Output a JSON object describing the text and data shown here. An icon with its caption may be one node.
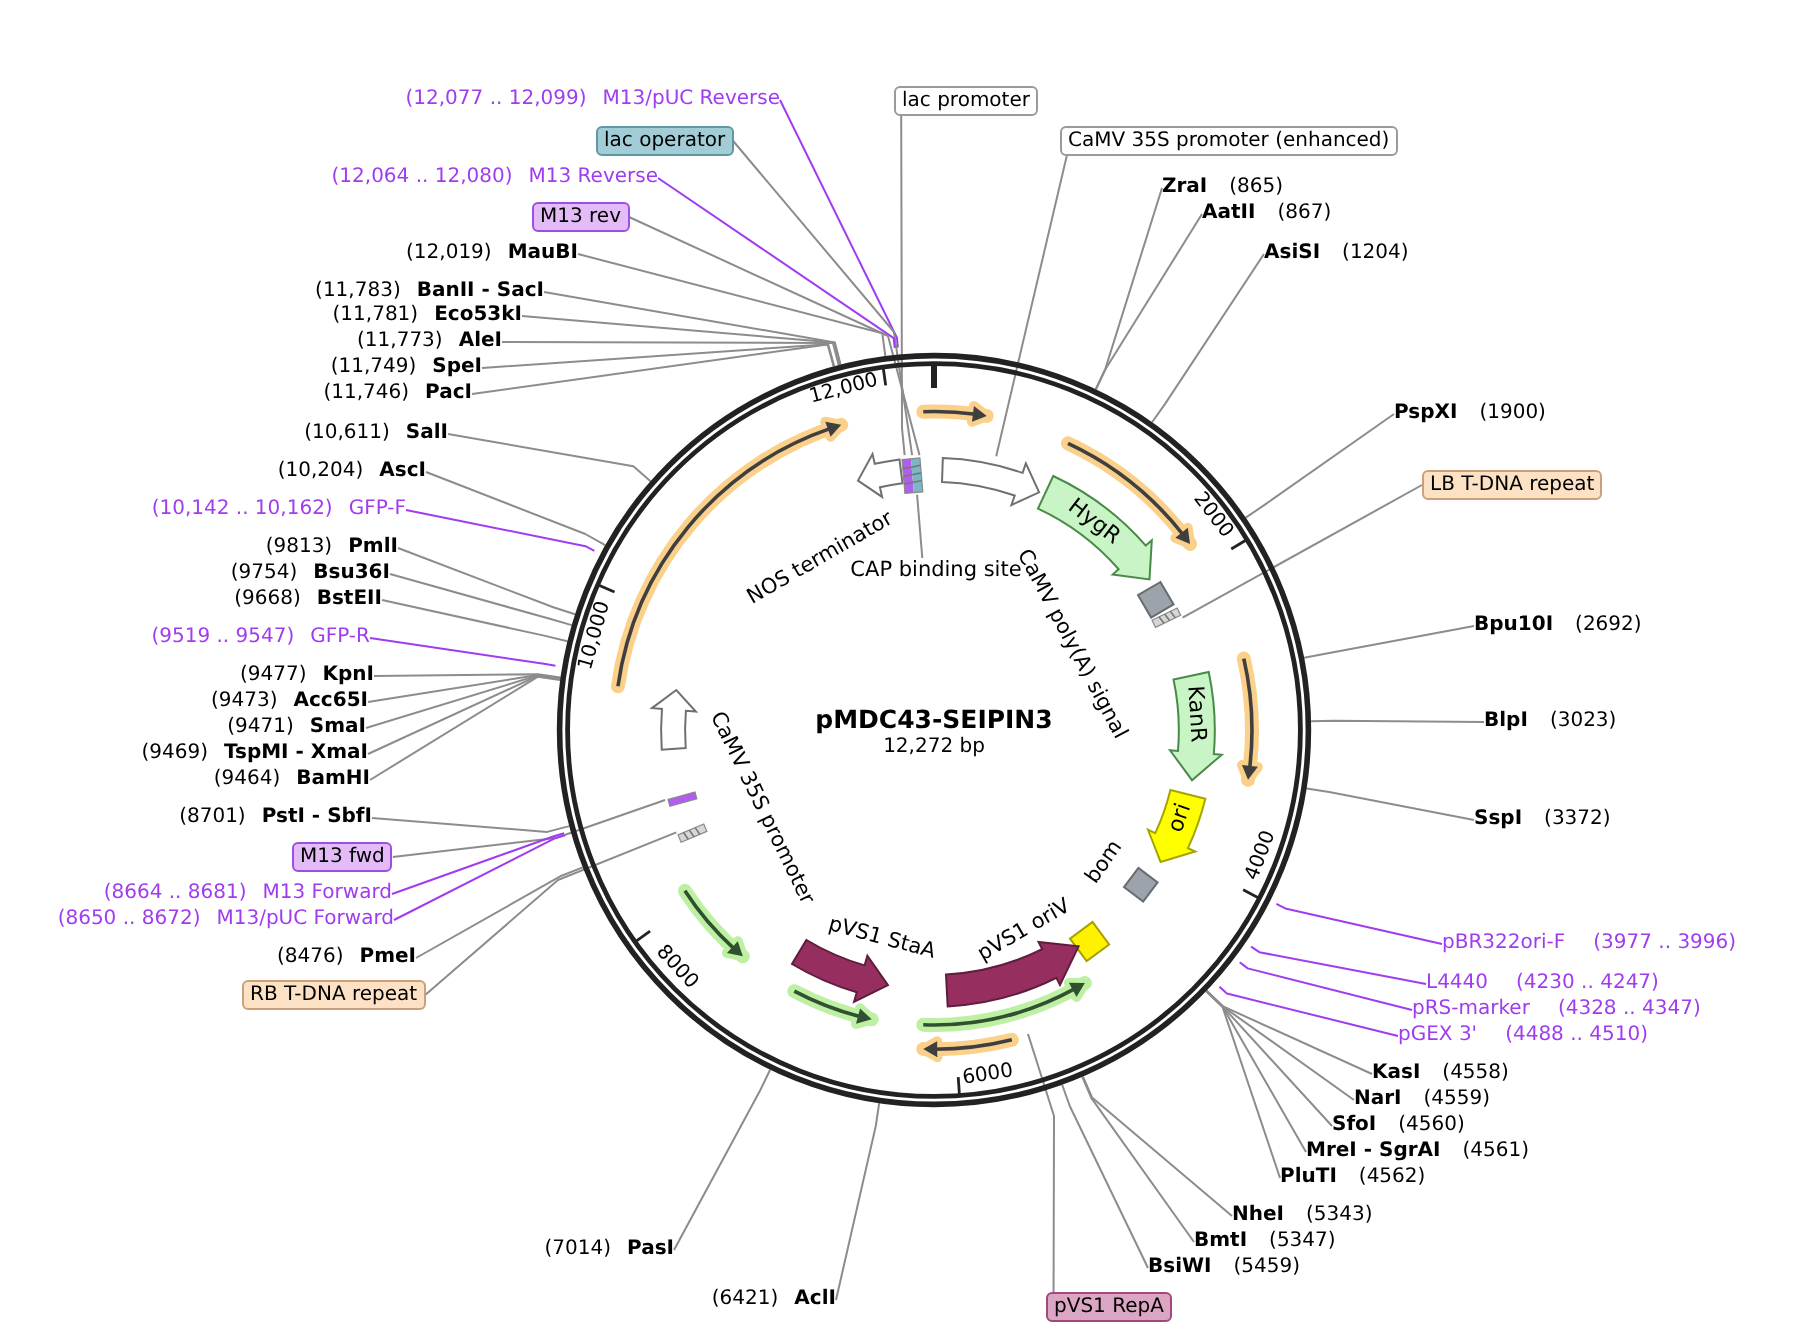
{
  "diagram": {
    "nodes": [
      {
        "text": [
          "pMDC43-SEIPIN3",
          "12,272 bp"
        ]
      },
      {
        "text": [],
        "shape": "arrow",
        "in": 0
      },
      {
        "text": [],
        "shape": "bar",
        "in": 0
      },
      {
        "text": [
          "CAP binding site"
        ],
        "in": 0
      },
      {
        "text": [],
        "shape": "arrow",
        "in": 0
      },
      {
        "text": [
          "HygR"
        ],
        "in": 0
      },
      {
        "text": [],
        "shape": "box",
        "in": 0
      },
      {
        "text": [],
        "shape": "bar",
        "in": 0
      },
      {
        "text": [
          "KanR"
        ],
        "in": 0
      },
      {
        "text": [
          "ori"
        ],
        "in": 0
      },
      {
        "text": [],
        "shape": "box",
        "in": 0,
        "beside": [
          "bom"
        ]
      },
      {
        "text": [],
        "shape": "box",
        "in": 0,
        "beside": [
          "pVS1 oriV"
        ]
      },
      {
        "text": [],
        "shape": "arrow",
        "in": 0
      },
      {
        "text": [],
        "shape": "arrow",
        "in": 0,
        "beside": [
          "pVS1 StaA"
        ]
      },
      {
        "text": [],
        "shape": "bar",
        "in": 0
      },
      {
        "text": [],
        "shape": "bar",
        "in": 0
      },
      {
        "text": [],
        "shape": "arrow",
        "in": 0
      },
      {
        "text": [
          "(12,077 .. 12,099)",
          "M13/pUC Reverse"
        ]
      },
      {
        "text": [
          "lac promoter"
        ]
      },
      {
        "text": [
          "lac operator"
        ]
      },
      {
        "text": [
          "CaMV 35S promoter (enhanced)"
        ]
      },
      {
        "text": [
          "(12,064 .. 12,080)",
          "M13 Reverse"
        ]
      },
      {
        "text": [
          "ZraI",
          "(865)"
        ]
      },
      {
        "text": [
          "AatII",
          "(867)"
        ]
      },
      {
        "text": [
          "M13 rev"
        ]
      },
      {
        "text": [
          "(12,019)",
          "MauBI"
        ]
      },
      {
        "text": [
          "AsiSI",
          "(1204)"
        ]
      },
      {
        "text": [
          "(11,783)",
          "BanII - SacI"
        ]
      },
      {
        "text": [
          "(11,781)",
          "Eco53kI"
        ]
      },
      {
        "text": [
          "(11,773)",
          "AleI"
        ]
      },
      {
        "text": [
          "(11,749)",
          "SpeI"
        ]
      },
      {
        "text": [
          "(11,746)",
          "PacI"
        ]
      },
      {
        "text": [
          "PspXI",
          "(1900)"
        ]
      },
      {
        "text": [
          "(10,611)",
          "SalI"
        ]
      },
      {
        "text": [
          "(10,204)",
          "AscI"
        ]
      },
      {
        "text": [
          "LB T-DNA repeat"
        ]
      },
      {
        "text": [
          "(10,142 .. 10,162)",
          "GFP-F"
        ]
      },
      {
        "text": [
          "(9813)",
          "PmlI"
        ]
      },
      {
        "text": [
          "(9754)",
          "Bsu36I"
        ]
      },
      {
        "text": [
          "(9668)",
          "BstEII"
        ]
      },
      {
        "text": [
          "Bpu10I",
          "(2692)"
        ]
      },
      {
        "text": [
          "(9519 .. 9547)",
          "GFP-R"
        ]
      },
      {
        "text": [
          "(9477)",
          "KpnI"
        ]
      },
      {
        "text": [
          "(9473)",
          "Acc65I"
        ]
      },
      {
        "text": [
          "BlpI",
          "(3023)"
        ]
      },
      {
        "text": [
          "(9471)",
          "SmaI"
        ]
      },
      {
        "text": [
          "(9469)",
          "TspMI - XmaI"
        ]
      },
      {
        "text": [
          "(9464)",
          "BamHI"
        ]
      },
      {
        "text": [
          "(8701)",
          "PstI - SbfI"
        ]
      },
      {
        "text": [
          "SspI",
          "(3372)"
        ]
      },
      {
        "text": [
          "M13 fwd"
        ]
      },
      {
        "text": [
          "(8664 .. 8681)",
          "M13 Forward"
        ]
      },
      {
        "text": [
          "(8650 .. 8672)",
          "M13/pUC Forward"
        ]
      },
      {
        "text": [
          "pBR322ori-F",
          "(3977 .. 3996)"
        ]
      },
      {
        "text": [
          "(8476)",
          "PmeI"
        ]
      },
      {
        "text": [
          "L4440",
          "(4230 .. 4247)"
        ]
      },
      {
        "text": [
          "RB T-DNA repeat"
        ]
      },
      {
        "text": [
          "pRS-marker",
          "(4328 .. 4347)"
        ]
      },
      {
        "text": [
          "pGEX 3'",
          "(4488 .. 4510)"
        ]
      },
      {
        "text": [
          "KasI",
          "(4558)"
        ]
      },
      {
        "text": [
          "NarI",
          "(4559)"
        ]
      },
      {
        "text": [
          "SfoI",
          "(4560)"
        ]
      },
      {
        "text": [
          "MreI - SgrAI",
          "(4561)"
        ]
      },
      {
        "text": [
          "PluTI",
          "(4562)"
        ]
      },
      {
        "text": [
          "NheI",
          "(5343)"
        ]
      },
      {
        "text": [
          "BmtI",
          "(5347)"
        ]
      },
      {
        "text": [
          "(7014)",
          "PasI"
        ]
      },
      {
        "text": [
          "BsiWI",
          "(5459)"
        ]
      },
      {
        "text": [
          "(6421)",
          "AclI"
        ]
      },
      {
        "text": [
          "pVS1 RepA"
        ]
      },
      {
        "text": [],
        "shape": "arrow",
        "in": 0
      },
      {
        "text": [],
        "shape": "arrow",
        "in": 0
      },
      {
        "text": [],
        "shape": "arrow",
        "in": 0
      },
      {
        "text": [],
        "shape": "arrow",
        "in": 0
      },
      {
        "text": [],
        "shape": "arrow",
        "in": 0
      },
      {
        "text": [],
        "shape": "arrow",
        "in": 0
      },
      {
        "text": [],
        "shape": "arrow",
        "in": 0
      },
      {
        "text": [],
        "shape": "arrow",
        "in": 0
      }
    ],
    "edges": [
      {
        "from": 3,
        "to": 2,
        "arrow": "none"
      },
      {
        "from": 17,
        "to": 0,
        "arrow": "none",
        "color": "#a03cf0"
      },
      {
        "from": 18,
        "to": 2,
        "arrow": "none"
      },
      {
        "from": 19,
        "to": 2,
        "arrow": "none"
      },
      {
        "from": 20,
        "to": 4,
        "arrow": "none"
      },
      {
        "from": 21,
        "to": 0,
        "arrow": "none",
        "color": "#a03cf0"
      },
      {
        "from": 22,
        "to": 0,
        "arrow": "none"
      },
      {
        "from": 23,
        "to": 0,
        "arrow": "none"
      },
      {
        "from": 24,
        "to": 2,
        "arrow": "none"
      },
      {
        "from": 25,
        "to": 0,
        "arrow": "none"
      },
      {
        "from": 26,
        "to": 0,
        "arrow": "none"
      },
      {
        "from": 27,
        "to": 0,
        "arrow": "none"
      },
      {
        "from": 28,
        "to": 0,
        "arrow": "none"
      },
      {
        "from": 29,
        "to": 0,
        "arrow": "none"
      },
      {
        "from": 30,
        "to": 0,
        "arrow": "none"
      },
      {
        "from": 31,
        "to": 0,
        "arrow": "none"
      },
      {
        "from": 32,
        "to": 0,
        "arrow": "none"
      },
      {
        "from": 33,
        "to": 0,
        "arrow": "none"
      },
      {
        "from": 34,
        "to": 0,
        "arrow": "none"
      },
      {
        "from": 35,
        "to": 7,
        "arrow": "none"
      },
      {
        "from": 36,
        "to": 0,
        "arrow": "none",
        "color": "#a03cf0"
      },
      {
        "from": 37,
        "to": 0,
        "arrow": "none"
      },
      {
        "from": 38,
        "to": 0,
        "arrow": "none"
      },
      {
        "from": 39,
        "to": 0,
        "arrow": "none"
      },
      {
        "from": 40,
        "to": 0,
        "arrow": "none"
      },
      {
        "from": 41,
        "to": 0,
        "arrow": "none",
        "color": "#a03cf0"
      },
      {
        "from": 42,
        "to": 0,
        "arrow": "none"
      },
      {
        "from": 43,
        "to": 0,
        "arrow": "none"
      },
      {
        "from": 44,
        "to": 0,
        "arrow": "none"
      },
      {
        "from": 45,
        "to": 0,
        "arrow": "none"
      },
      {
        "from": 46,
        "to": 0,
        "arrow": "none"
      },
      {
        "from": 47,
        "to": 0,
        "arrow": "none"
      },
      {
        "from": 48,
        "to": 0,
        "arrow": "none"
      },
      {
        "from": 49,
        "to": 0,
        "arrow": "none"
      },
      {
        "from": 50,
        "to": 15,
        "arrow": "none"
      },
      {
        "from": 51,
        "to": 0,
        "arrow": "none",
        "color": "#a03cf0"
      },
      {
        "from": 52,
        "to": 0,
        "arrow": "none",
        "color": "#a03cf0"
      },
      {
        "from": 53,
        "to": 0,
        "arrow": "none",
        "color": "#a03cf0"
      },
      {
        "from": 54,
        "to": 0,
        "arrow": "none"
      },
      {
        "from": 55,
        "to": 0,
        "arrow": "none",
        "color": "#a03cf0"
      },
      {
        "from": 56,
        "to": 14,
        "arrow": "none"
      },
      {
        "from": 57,
        "to": 0,
        "arrow": "none",
        "color": "#a03cf0"
      },
      {
        "from": 58,
        "to": 0,
        "arrow": "none",
        "color": "#a03cf0"
      },
      {
        "from": 59,
        "to": 0,
        "arrow": "none"
      },
      {
        "from": 60,
        "to": 0,
        "arrow": "none"
      },
      {
        "from": 61,
        "to": 0,
        "arrow": "none"
      },
      {
        "from": 62,
        "to": 0,
        "arrow": "none"
      },
      {
        "from": 63,
        "to": 0,
        "arrow": "none"
      },
      {
        "from": 64,
        "to": 0,
        "arrow": "none"
      },
      {
        "from": 65,
        "to": 0,
        "arrow": "none"
      },
      {
        "from": 66,
        "to": 0,
        "arrow": "none"
      },
      {
        "from": 67,
        "to": 0,
        "arrow": "none"
      },
      {
        "from": 68,
        "to": 0,
        "arrow": "none"
      },
      {
        "from": 69,
        "to": 74,
        "arrow": "none"
      }
    ],
    "labels": [
      "12,000",
      "2000",
      "NOS terminator",
      "10,000",
      "CaMV poly(A) signal",
      "CaMV 35S promoter",
      "4000",
      "8000",
      "6000"
    ]
  }
}
